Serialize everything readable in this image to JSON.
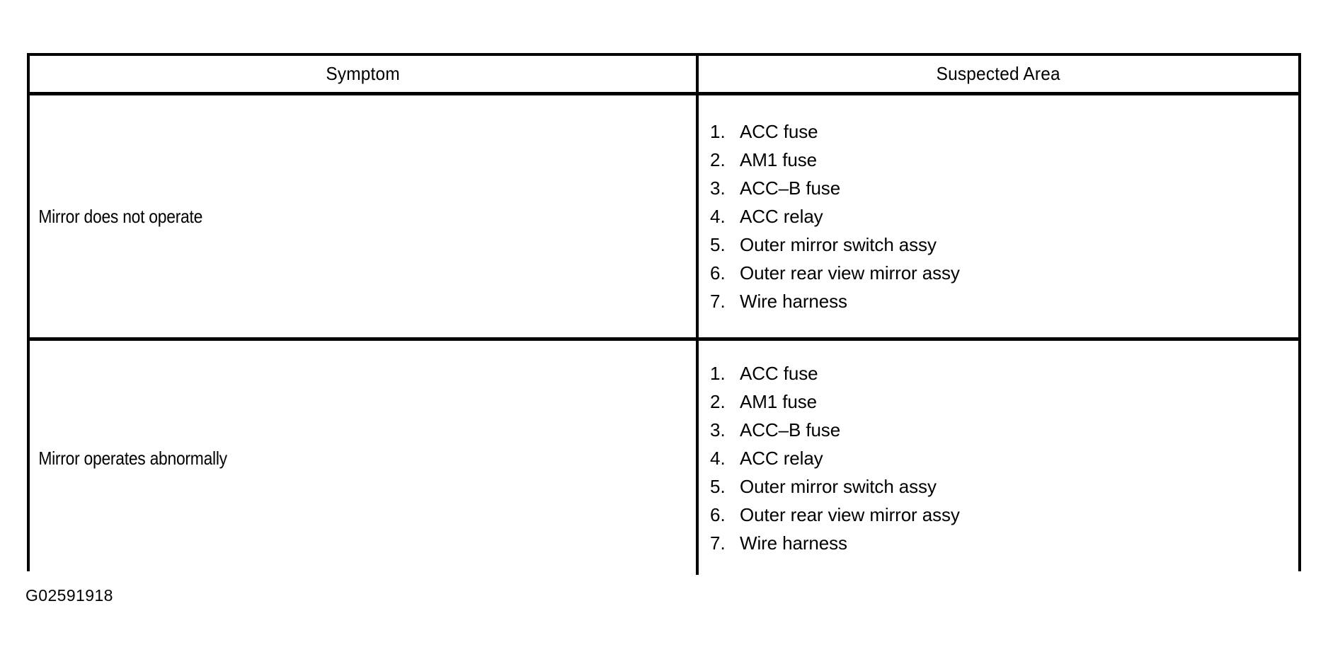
{
  "document": {
    "type": "troubleshooting-table",
    "caption": "G02591918"
  },
  "table": {
    "columns": [
      {
        "key": "symptom",
        "header": "Symptom"
      },
      {
        "key": "suspected_area",
        "header": "Suspected Area"
      }
    ],
    "rows": [
      {
        "symptom": "Mirror does not operate",
        "suspected_area": [
          {
            "number": "1.",
            "label": "ACC fuse"
          },
          {
            "number": "2.",
            "label": "AM1 fuse"
          },
          {
            "number": "3.",
            "label": "ACC–B fuse"
          },
          {
            "number": "4.",
            "label": "ACC relay"
          },
          {
            "number": "5.",
            "label": "Outer mirror switch assy"
          },
          {
            "number": "6.",
            "label": "Outer rear view mirror assy"
          },
          {
            "number": "7.",
            "label": "Wire harness"
          }
        ]
      },
      {
        "symptom": "Mirror operates abnormally",
        "suspected_area": [
          {
            "number": "1.",
            "label": "ACC fuse"
          },
          {
            "number": "2.",
            "label": "AM1 fuse"
          },
          {
            "number": "3.",
            "label": "ACC–B fuse"
          },
          {
            "number": "4.",
            "label": "ACC relay"
          },
          {
            "number": "5.",
            "label": "Outer mirror switch assy"
          },
          {
            "number": "6.",
            "label": "Outer rear view mirror assy"
          },
          {
            "number": "7.",
            "label": "Wire harness"
          }
        ]
      }
    ]
  },
  "colors": {
    "ink": "#000000",
    "paper": "#ffffff"
  }
}
